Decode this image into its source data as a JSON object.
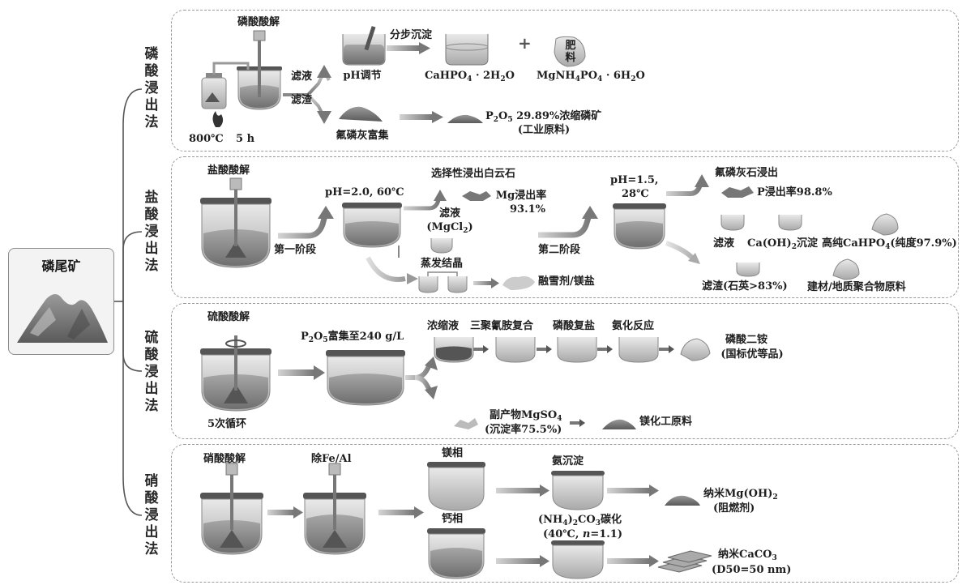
{
  "root": {
    "label": "磷尾矿"
  },
  "methods": [
    {
      "name": "磷酸浸出法"
    },
    {
      "name": "盐酸浸出法"
    },
    {
      "name": "硫酸浸出法"
    },
    {
      "name": "硝酸浸出法"
    }
  ],
  "phosphoric": {
    "acidolysis": "磷酸酸解",
    "temperature": "800℃",
    "duration": "5 h",
    "filtrate": "滤液",
    "residue": "滤渣",
    "ph_adjust": "pH调节",
    "stepwise_precipitation": "分步沉淀",
    "plus": "+",
    "fertilizer": "肥料",
    "fluorapatite_enrichment": "氟磷灰富集",
    "p2o5_product_line1": "29.89%浓缩磷矿",
    "p2o5_product_line2": "(工业原料)"
  },
  "hydrochloric": {
    "acidolysis": "盐酸酸解",
    "stage1": "第一阶段",
    "cond1": "pH=2.0, 60℃",
    "selective_leach": "选择性浸出白云石",
    "mg_rate_line1": "Mg浸出率",
    "mg_rate_line2": "93.1%",
    "filtrate_mgcl2": "滤液",
    "evaporation": "蒸发结晶",
    "deicer": "融雪剂/镁盐",
    "stage2": "第二阶段",
    "cond2_line1": "pH=1.5,",
    "cond2_line2": "28℃",
    "fluorapatite_leach": "氟磷灰石浸出",
    "p_rate": "P浸出率98.8%",
    "filtrate2": "滤液",
    "cahpo4_purity": "(纯度97.9%)",
    "residue_quartz": "滤渣(石英>83%)",
    "building_material": "建材/地质聚合物原料"
  },
  "sulfuric": {
    "acidolysis": "硫酸酸解",
    "cycles": "5次循环",
    "enrich_value": "富集至240 g/L",
    "concentrate": "浓缩液",
    "melamine": "三聚氰胺复合",
    "phosphate_salt": "磷酸复盐",
    "ammoniation": "氨化反应",
    "dap_line1": "磷酸二铵",
    "dap_line2": "(国标优等品)",
    "byproduct_prefix": "副产物",
    "precip_rate": "(沉淀率75.5%)",
    "mg_chem": "镁化工原料"
  },
  "nitric": {
    "acidolysis": "硝酸酸解",
    "remove_fe_al": "除Fe/Al",
    "mg_phase": "镁相",
    "ca_phase": "钙相",
    "ammonia_precip": "氨沉淀",
    "carbonation_cond": "(40℃, n=1.1)",
    "nano_mgoh2_prefix": "纳米",
    "flame_retardant": "(阻燃剂)",
    "nano_caco3_prefix": "纳米",
    "d50": "(D50=50 nm)"
  }
}
